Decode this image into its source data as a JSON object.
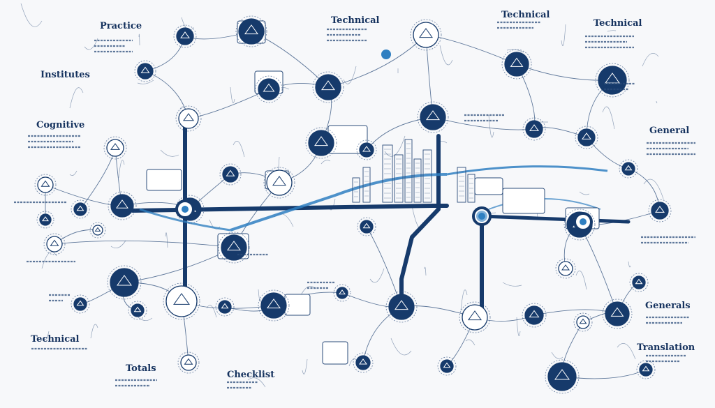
{
  "labels": {
    "practice": "Practice",
    "technical_top": "Technical",
    "technical_right_top": "Technical",
    "technical_far_right": "Technical",
    "institutes": "Institutes",
    "cognitive": "Cognitive",
    "general_right": "General",
    "technical_bottom_left": "Technical",
    "totals": "Totals",
    "checklist": "Checklist",
    "generals_right": "Generals",
    "translation": "Translation"
  },
  "colors": {
    "navy": "#163a6b",
    "accent": "#2f7fc1",
    "line": "#2b4c7a"
  },
  "icons": [
    "gear-icon",
    "target-icon",
    "chart-icon",
    "building-icon",
    "user-icon",
    "clock-icon",
    "document-icon",
    "lock-icon"
  ]
}
